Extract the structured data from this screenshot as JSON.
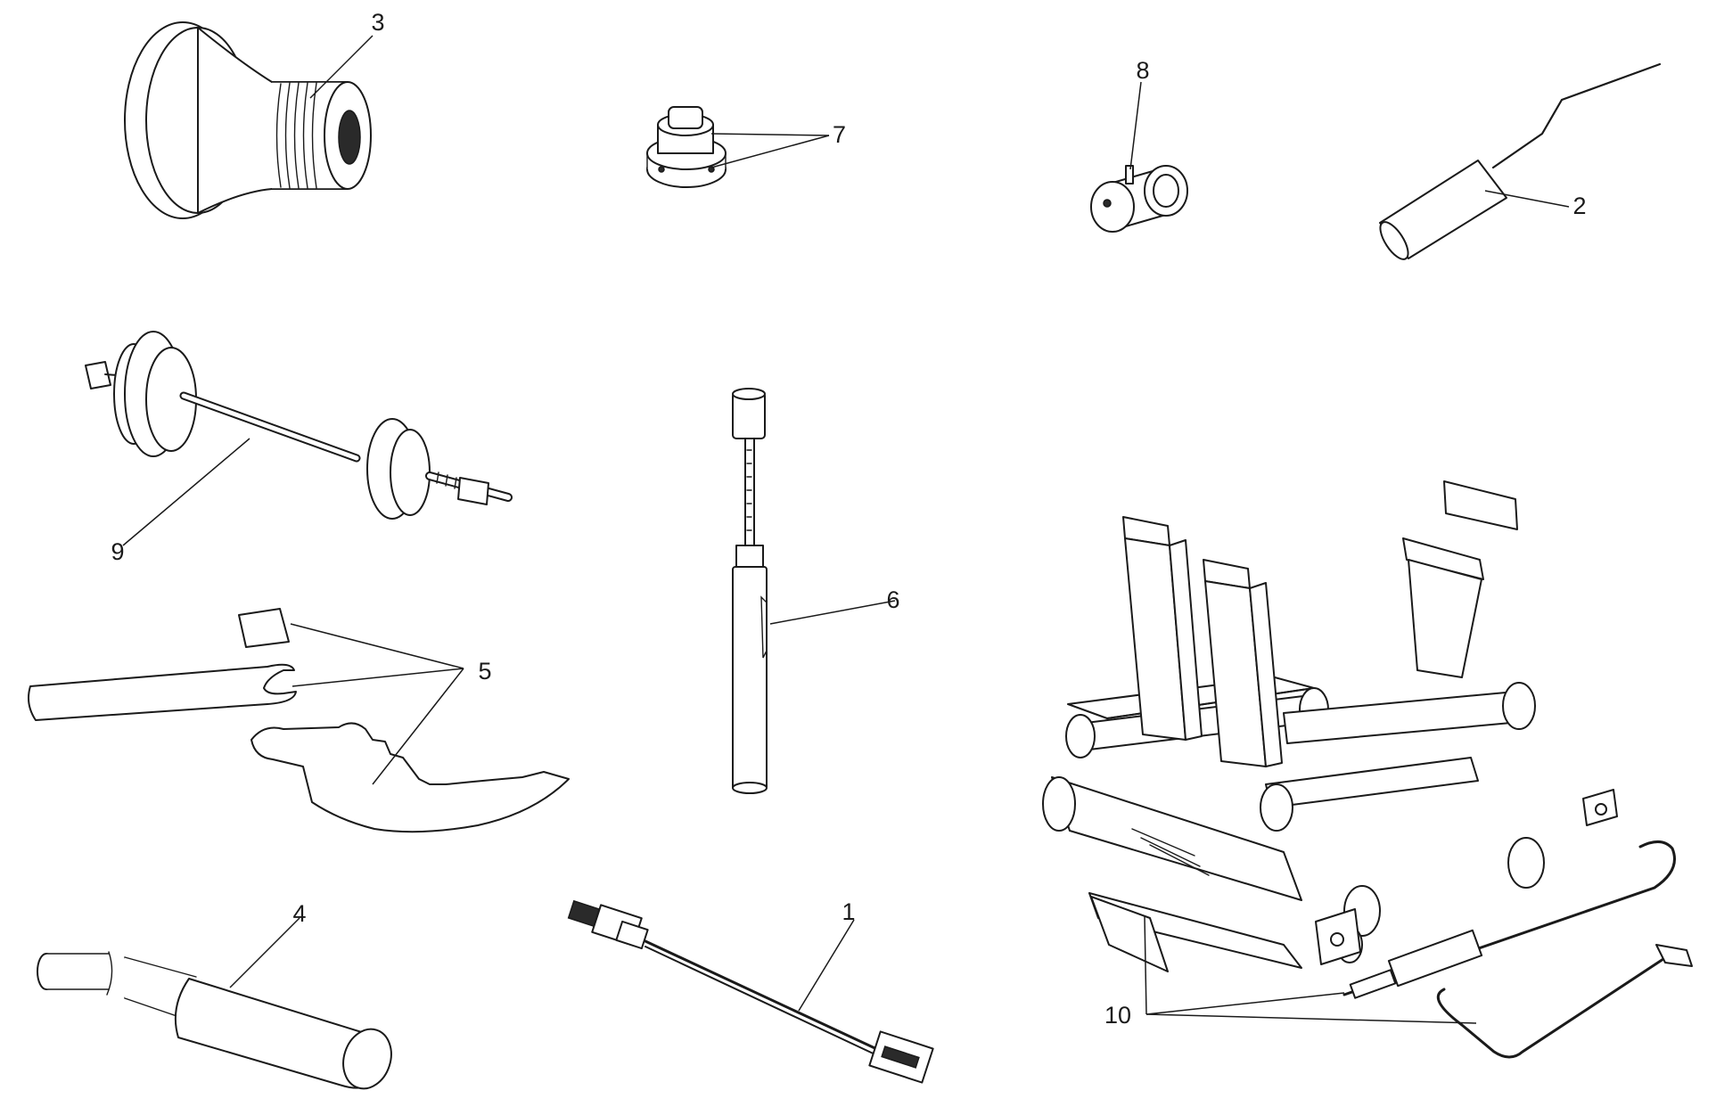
{
  "colors": {
    "line": "#1a1a1a",
    "background": "#ffffff"
  },
  "callouts": [
    {
      "id": "1",
      "label": "1"
    },
    {
      "id": "2",
      "label": "2"
    },
    {
      "id": "3",
      "label": "3"
    },
    {
      "id": "4",
      "label": "4"
    },
    {
      "id": "5",
      "label": "5"
    },
    {
      "id": "6",
      "label": "6"
    },
    {
      "id": "7",
      "label": "7"
    },
    {
      "id": "8",
      "label": "8"
    },
    {
      "id": "9",
      "label": "9"
    },
    {
      "id": "10",
      "label": "10"
    }
  ]
}
